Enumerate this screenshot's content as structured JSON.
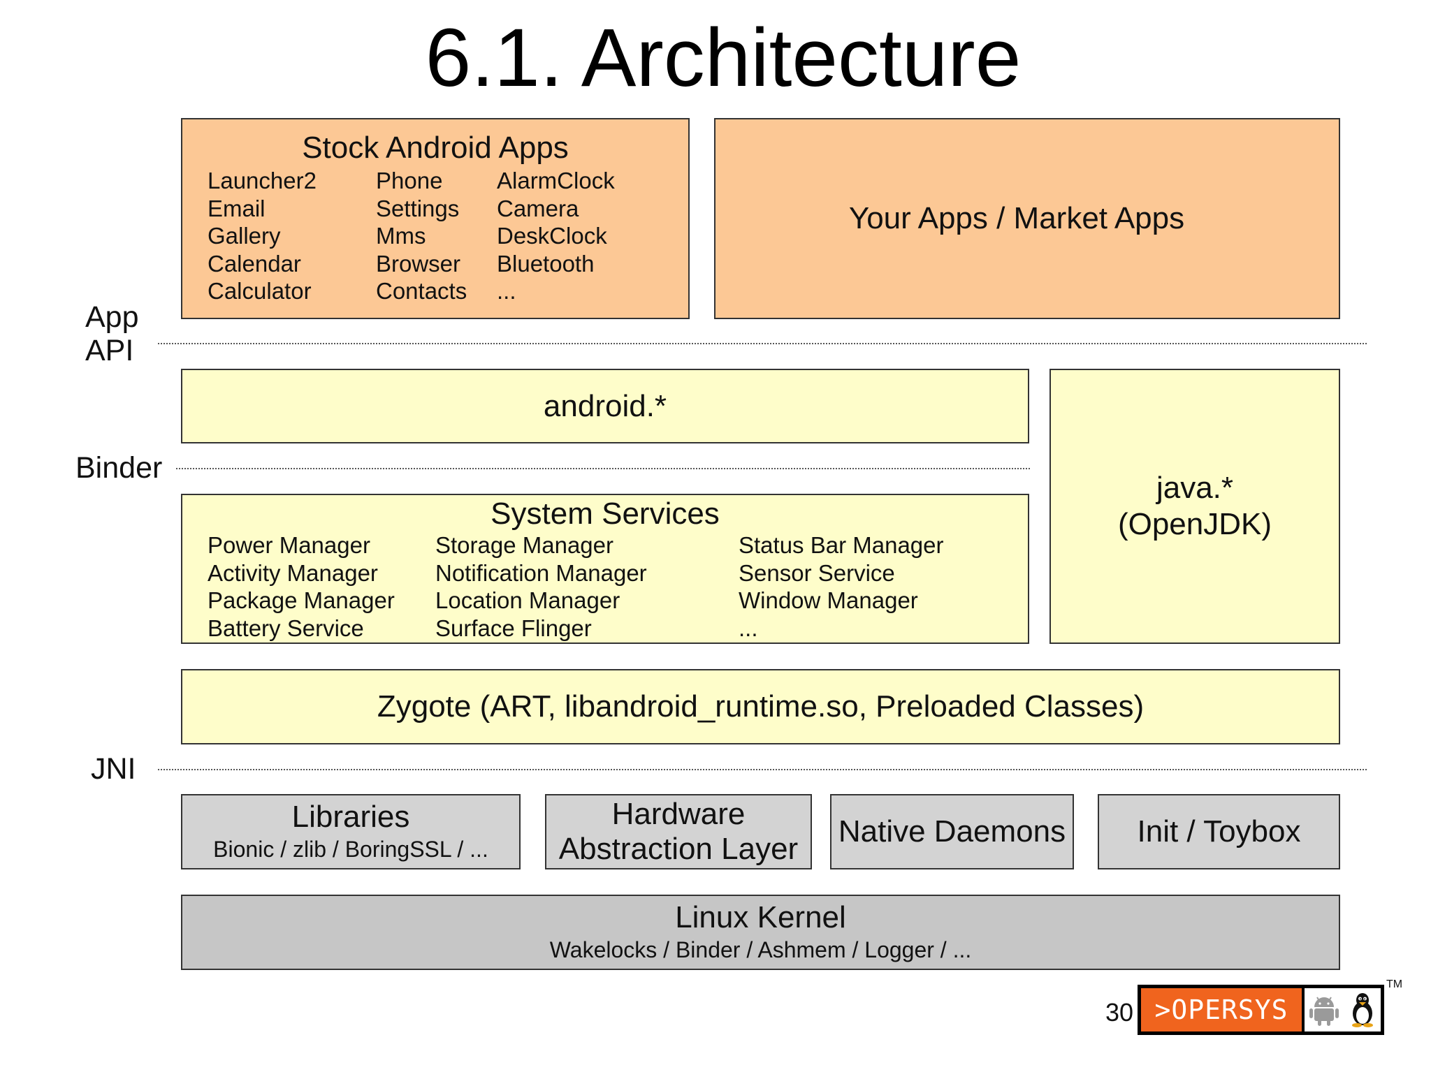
{
  "title": "6.1. Architecture",
  "layers": {
    "stock_apps": {
      "title": "Stock Android Apps",
      "columns": [
        [
          "Launcher2",
          "Email",
          "Gallery",
          "Calendar",
          "Calculator"
        ],
        [
          "Phone",
          "Settings",
          "Mms",
          "Browser",
          "Contacts"
        ],
        [
          "AlarmClock",
          "Camera",
          "DeskClock",
          "Bluetooth",
          "..."
        ]
      ]
    },
    "your_apps": {
      "title": "Your Apps / Market Apps"
    },
    "android_pkg": {
      "title": "android.*"
    },
    "java_pkg": {
      "line1": "java.*",
      "line2": "(OpenJDK)"
    },
    "system_services": {
      "title": "System Services",
      "columns": [
        [
          "Power Manager",
          "Activity Manager",
          "Package Manager",
          "Battery Service"
        ],
        [
          "Storage Manager",
          "Notification Manager",
          "Location Manager",
          "Surface Flinger"
        ],
        [
          "Status Bar Manager",
          "Sensor Service",
          "Window Manager",
          "..."
        ]
      ]
    },
    "zygote": {
      "title": "Zygote (ART, libandroid_runtime.so, Preloaded Classes)"
    },
    "libraries": {
      "title": "Libraries",
      "subtitle": "Bionic / zlib / BoringSSL / ..."
    },
    "hal": {
      "line1": "Hardware",
      "line2": "Abstraction Layer"
    },
    "native_daemons": {
      "title": "Native Daemons"
    },
    "init": {
      "title": "Init / Toybox"
    },
    "kernel": {
      "title": "Linux Kernel",
      "subtitle": "Wakelocks / Binder / Ashmem / Logger / ..."
    }
  },
  "separators": {
    "app_api": {
      "line1": "App",
      "line2": "API"
    },
    "binder": "Binder",
    "jni": "JNI"
  },
  "footer": {
    "page_number": "30",
    "logo_text": ">OPERSYS",
    "trademark": "TM",
    "logo_icons": [
      "android-robot-icon",
      "linux-penguin-icon"
    ]
  },
  "colors": {
    "apps_orange": "#fcc895",
    "framework_yellow": "#fefdca",
    "native_grey": "#d3d3d3",
    "kernel_grey": "#c6c6c6",
    "logo_orange": "#f0641e"
  }
}
